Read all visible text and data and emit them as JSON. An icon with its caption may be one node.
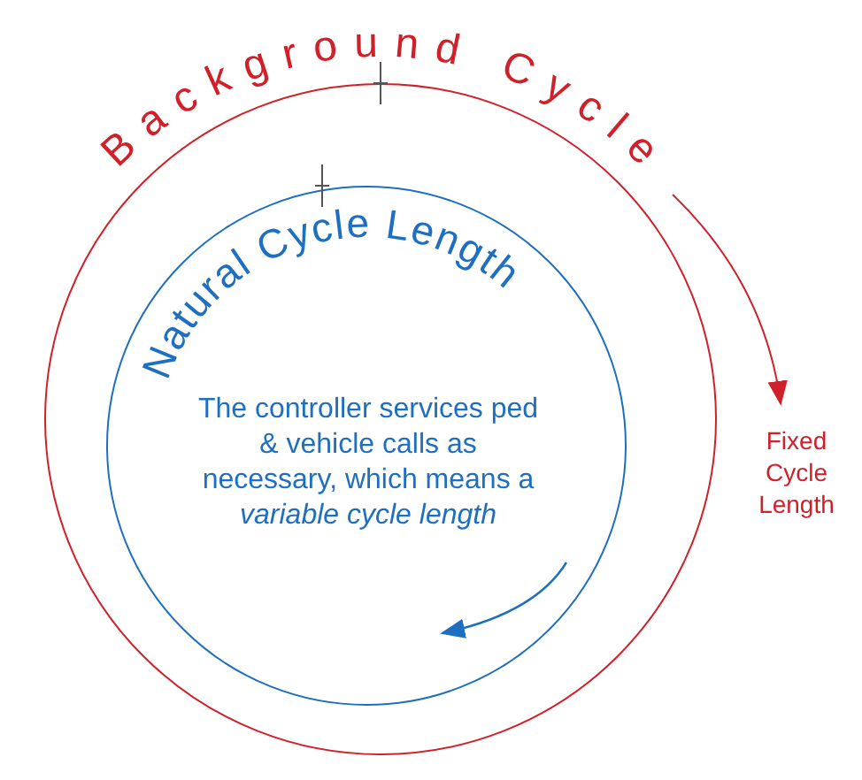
{
  "diagram": {
    "nodes": [
      {
        "text": [
          "Background Cycle"
        ]
      },
      {
        "text": [
          "Natural Cycle Length",
          "The controller services ped & vehicle calls as necessary, which means a *variable cycle length*"
        ],
        "in": 0
      }
    ],
    "labels": [
      "Fixed Cycle Length"
    ]
  }
}
